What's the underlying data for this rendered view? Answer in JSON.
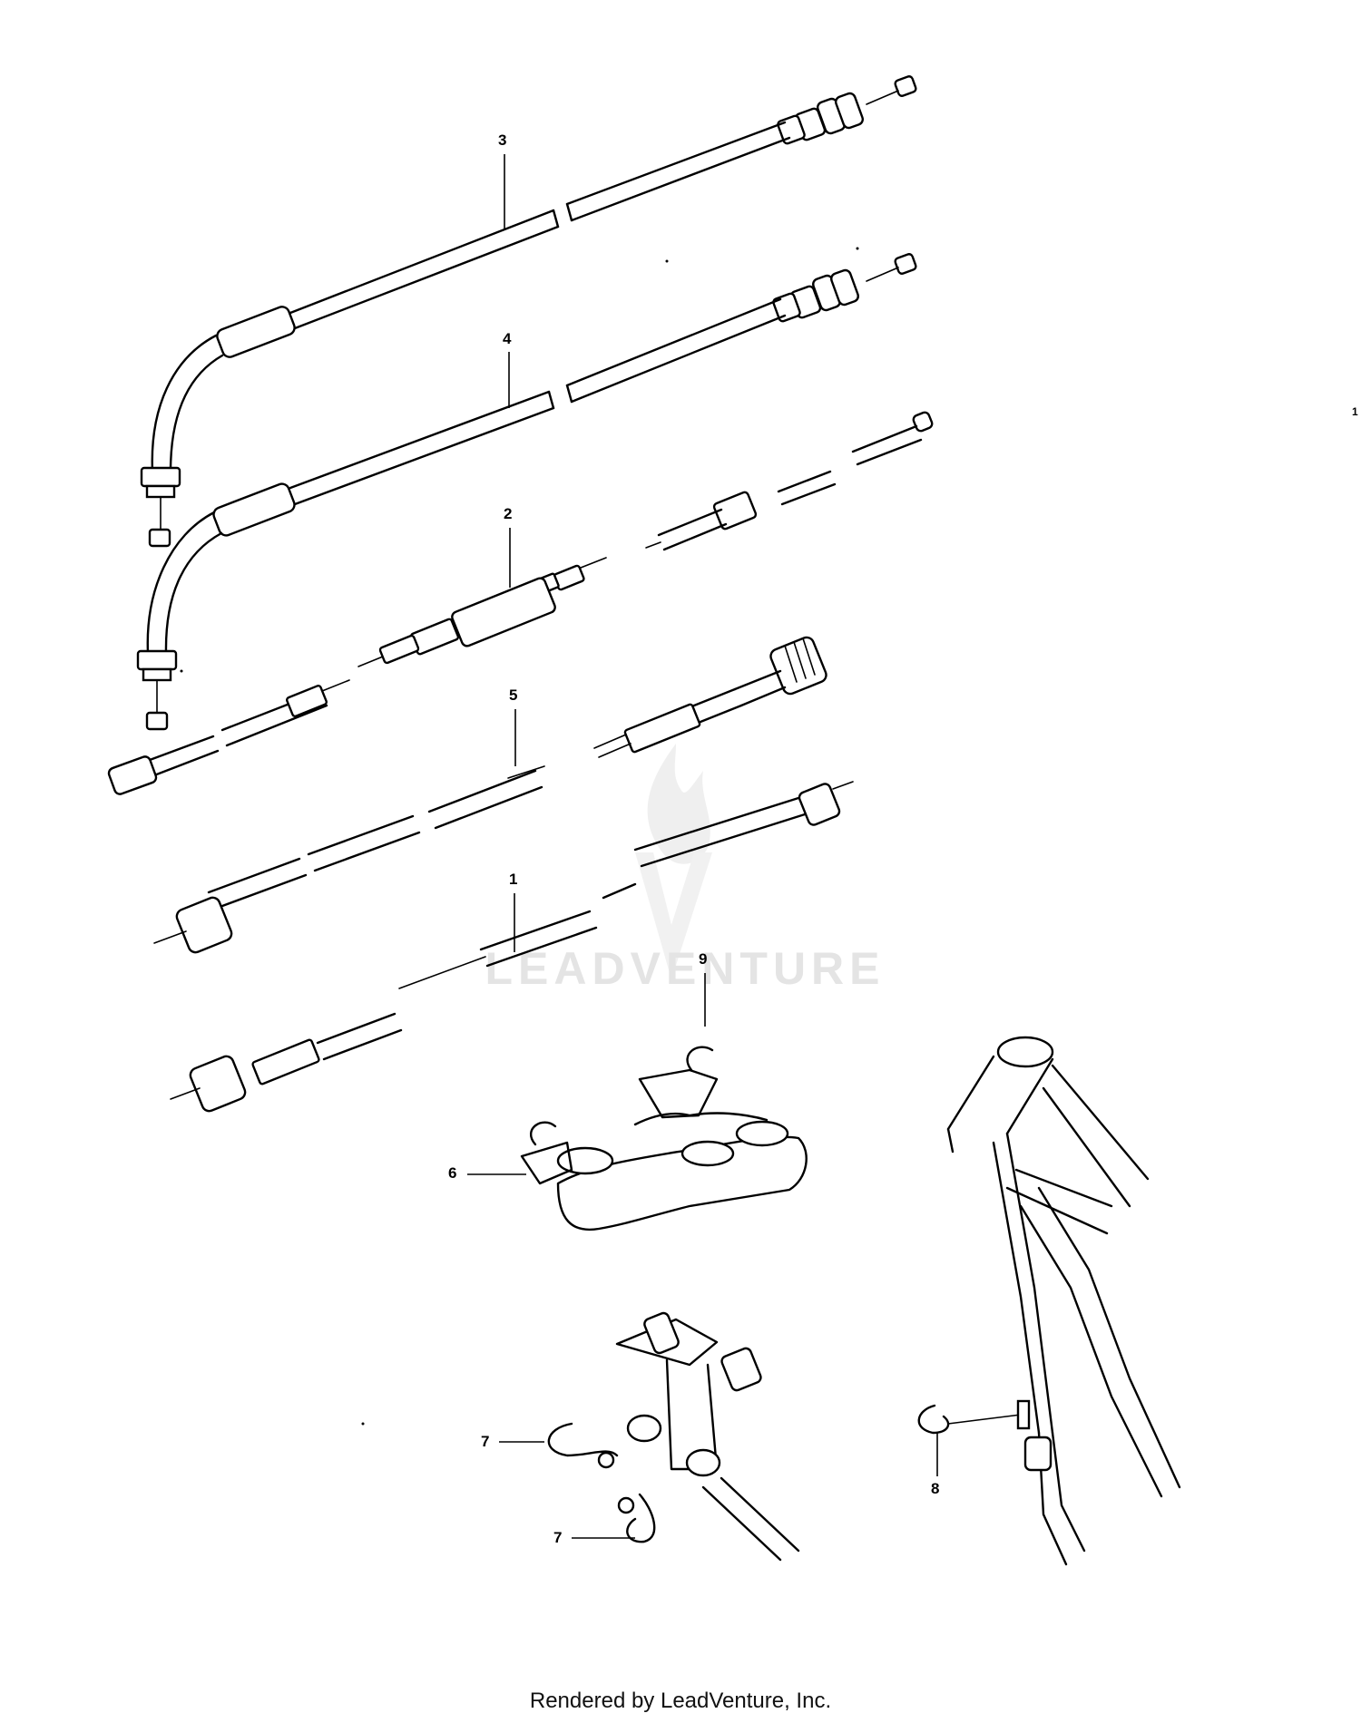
{
  "diagram": {
    "callouts": [
      {
        "id": "3",
        "label": "3"
      },
      {
        "id": "4",
        "label": "4"
      },
      {
        "id": "2",
        "label": "2"
      },
      {
        "id": "5",
        "label": "5"
      },
      {
        "id": "1",
        "label": "1"
      },
      {
        "id": "9",
        "label": "9"
      },
      {
        "id": "6",
        "label": "6"
      },
      {
        "id": "7a",
        "label": "7"
      },
      {
        "id": "7b",
        "label": "7"
      },
      {
        "id": "8",
        "label": "8"
      }
    ],
    "stray_mark": "1"
  },
  "watermark": {
    "text": "LEADVENTURE"
  },
  "footer": {
    "text": "Rendered by LeadVenture, Inc."
  }
}
